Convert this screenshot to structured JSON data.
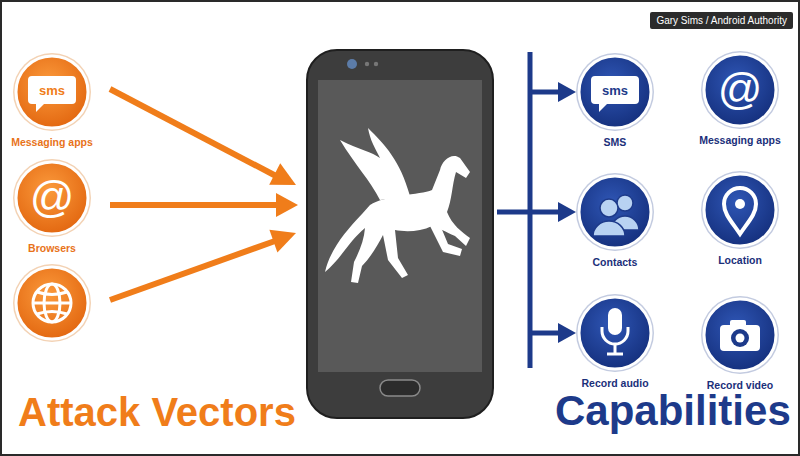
{
  "diagram": {
    "nodes": [
      {
        "text": [
          "sms",
          "Messaging apps"
        ]
      },
      {
        "text": [
          "@",
          "Browsers"
        ]
      },
      {
        "text": [
          "sms",
          "SMS"
        ]
      },
      {
        "text": [
          "@",
          "Messaging apps"
        ]
      },
      {
        "text": [
          "Contacts"
        ]
      },
      {
        "text": [
          "Location"
        ]
      },
      {
        "text": [
          "Record audio"
        ]
      },
      {
        "text": [
          "Record video"
        ]
      }
    ],
    "labels": [
      "Gary Sims / Android Authority",
      "Attack Vectors",
      "Capabilities"
    ]
  }
}
